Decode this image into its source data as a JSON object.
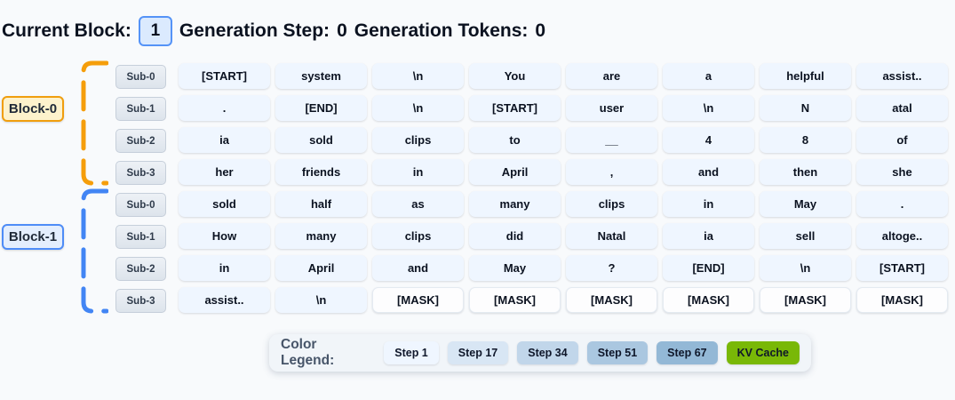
{
  "header": {
    "current_block_label": "Current Block:",
    "current_block_value": "1",
    "generation_step_label": "Generation Step:",
    "generation_step_value": "0",
    "generation_tokens_label": "Generation Tokens:",
    "generation_tokens_value": "0"
  },
  "blocks": [
    {
      "label": "Block-0",
      "bracket_color": "#f59e0b",
      "label_bg": "#fdf2cc",
      "label_border": "#f09e0e",
      "subs": [
        {
          "label": "Sub-0",
          "tokens": [
            "[START]",
            "system",
            "\\n",
            "You",
            "are",
            "a",
            "helpful",
            "assist.."
          ]
        },
        {
          "label": "Sub-1",
          "tokens": [
            ".",
            "[END]",
            "\\n",
            "[START]",
            "user",
            "\\n",
            "N",
            "atal"
          ]
        },
        {
          "label": "Sub-2",
          "tokens": [
            "ia",
            "sold",
            "clips",
            "to",
            "__",
            "4",
            "8",
            "of"
          ]
        },
        {
          "label": "Sub-3",
          "tokens": [
            "her",
            "friends",
            "in",
            "April",
            ",",
            "and",
            "then",
            "she"
          ]
        }
      ]
    },
    {
      "label": "Block-1",
      "bracket_color": "#4285f4",
      "label_bg": "#e4eefd",
      "label_border": "#4e8cf7",
      "subs": [
        {
          "label": "Sub-0",
          "tokens": [
            "sold",
            "half",
            "as",
            "many",
            "clips",
            "in",
            "May",
            "."
          ]
        },
        {
          "label": "Sub-1",
          "tokens": [
            "How",
            "many",
            "clips",
            "did",
            "Natal",
            "ia",
            "sell",
            "altoge.."
          ]
        },
        {
          "label": "Sub-2",
          "tokens": [
            "in",
            "April",
            "and",
            "May",
            "?",
            "[END]",
            "\\n",
            "[START]"
          ]
        },
        {
          "label": "Sub-3",
          "tokens": [
            "assist..",
            "\\n",
            "[MASK]",
            "[MASK]",
            "[MASK]",
            "[MASK]",
            "[MASK]",
            "[MASK]"
          ]
        }
      ]
    }
  ],
  "legend": {
    "title": "Color Legend:",
    "items": [
      {
        "label": "Step 1",
        "color": "#eff6ff"
      },
      {
        "label": "Step 17",
        "color": "#d8e6f4"
      },
      {
        "label": "Step 34",
        "color": "#c1d6ea"
      },
      {
        "label": "Step 51",
        "color": "#aac7e0"
      },
      {
        "label": "Step 67",
        "color": "#93b8d6"
      },
      {
        "label": "KV Cache",
        "color": "#79b807"
      }
    ]
  },
  "colors": {
    "page_bg": "#f8fafc",
    "token_bg": "#eff6ff",
    "mask_bg": "#fdfdfe",
    "mask_border": "#e4eaf1",
    "mask_token": "[MASK]"
  }
}
